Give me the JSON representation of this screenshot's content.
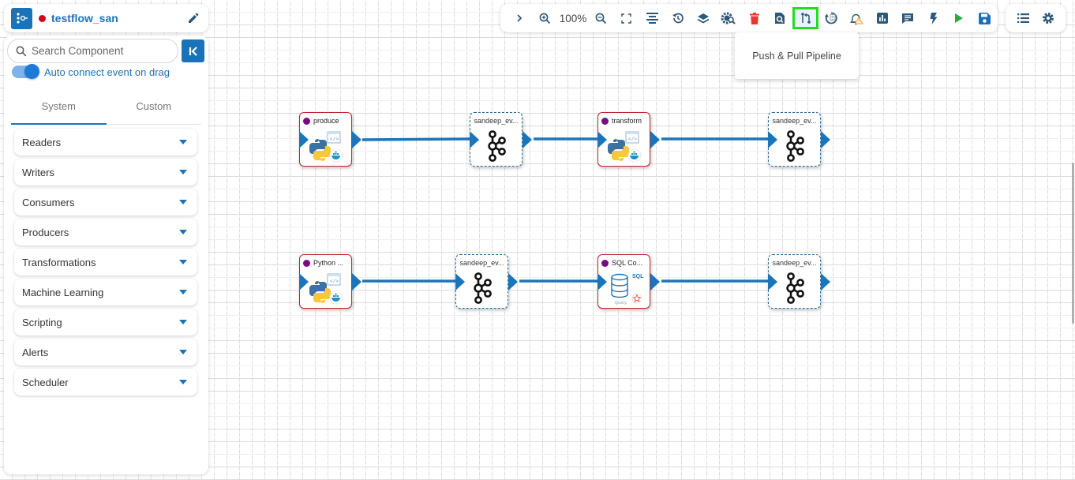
{
  "header": {
    "flow_name": "testflow_san",
    "status_color": "#d0021b",
    "logo_icon": "pipeline-logo-icon",
    "edit_icon": "pencil-icon"
  },
  "sidebar": {
    "search": {
      "placeholder": "Search Component",
      "value": ""
    },
    "collapse_icon": "collapse-left-icon",
    "auto_connect": {
      "label": "Auto connect event on drag",
      "enabled": true
    },
    "tabs": [
      {
        "label": "System",
        "active": true
      },
      {
        "label": "Custom",
        "active": false
      }
    ],
    "categories": [
      {
        "label": "Readers"
      },
      {
        "label": "Writers"
      },
      {
        "label": "Consumers"
      },
      {
        "label": "Producers"
      },
      {
        "label": "Transformations"
      },
      {
        "label": "Machine Learning"
      },
      {
        "label": "Scripting"
      },
      {
        "label": "Alerts"
      },
      {
        "label": "Scheduler"
      }
    ]
  },
  "toolbar": {
    "zoom_level": "100%",
    "buttons": [
      {
        "name": "expand",
        "icon": "chevron-right-icon"
      },
      {
        "name": "zoom-in",
        "icon": "zoom-in-icon"
      },
      {
        "name": "zoom-out",
        "icon": "zoom-out-icon"
      },
      {
        "name": "fit-screen",
        "icon": "fullscreen-icon"
      },
      {
        "name": "align",
        "icon": "align-center-icon"
      },
      {
        "name": "version-history",
        "icon": "history-icon"
      },
      {
        "name": "layers",
        "icon": "layers-icon"
      },
      {
        "name": "component-settings",
        "icon": "gear-search-icon"
      },
      {
        "name": "delete",
        "icon": "trash-icon"
      },
      {
        "name": "search-component",
        "icon": "search-document-icon"
      },
      {
        "name": "push-pull-pipeline",
        "icon": "push-pull-icon",
        "highlighted": true
      },
      {
        "name": "restore",
        "icon": "restore-list-icon"
      },
      {
        "name": "alerts",
        "icon": "bell-warning-icon"
      },
      {
        "name": "monitor",
        "icon": "bar-chart-icon"
      },
      {
        "name": "logs",
        "icon": "message-icon"
      },
      {
        "name": "activate",
        "icon": "lightning-icon"
      },
      {
        "name": "run",
        "icon": "play-icon"
      },
      {
        "name": "save",
        "icon": "save-icon"
      }
    ],
    "secondary": [
      {
        "name": "list",
        "icon": "list-icon"
      },
      {
        "name": "settings",
        "icon": "gear-icon"
      }
    ],
    "highlight_color": "#22dd22",
    "delete_color": "#e53935",
    "run_color": "#2eaa3e"
  },
  "tooltip": {
    "text": "Push & Pull Pipeline"
  },
  "pipeline": {
    "nodes": [
      {
        "id": "n1",
        "type": "python",
        "title": "produce"
      },
      {
        "id": "n2",
        "type": "event",
        "title": "sandeep_ev..."
      },
      {
        "id": "n3",
        "type": "python",
        "title": "transform"
      },
      {
        "id": "n4",
        "type": "event",
        "title": "sandeep_ev..."
      },
      {
        "id": "n5",
        "type": "python",
        "title": "Python ..."
      },
      {
        "id": "n6",
        "type": "event",
        "title": "sandeep_ev..."
      },
      {
        "id": "n7",
        "type": "sql",
        "title": "SQL Co...",
        "badge": "SQL",
        "sublabel": "Query"
      },
      {
        "id": "n8",
        "type": "event",
        "title": "sandeep_ev..."
      }
    ],
    "edges": [
      [
        "n1",
        "n2"
      ],
      [
        "n2",
        "n3"
      ],
      [
        "n3",
        "n4"
      ],
      [
        "n5",
        "n6"
      ],
      [
        "n6",
        "n7"
      ],
      [
        "n7",
        "n8"
      ]
    ],
    "edge_color": "#1b75bb",
    "node_border_color": "#c0262d"
  }
}
